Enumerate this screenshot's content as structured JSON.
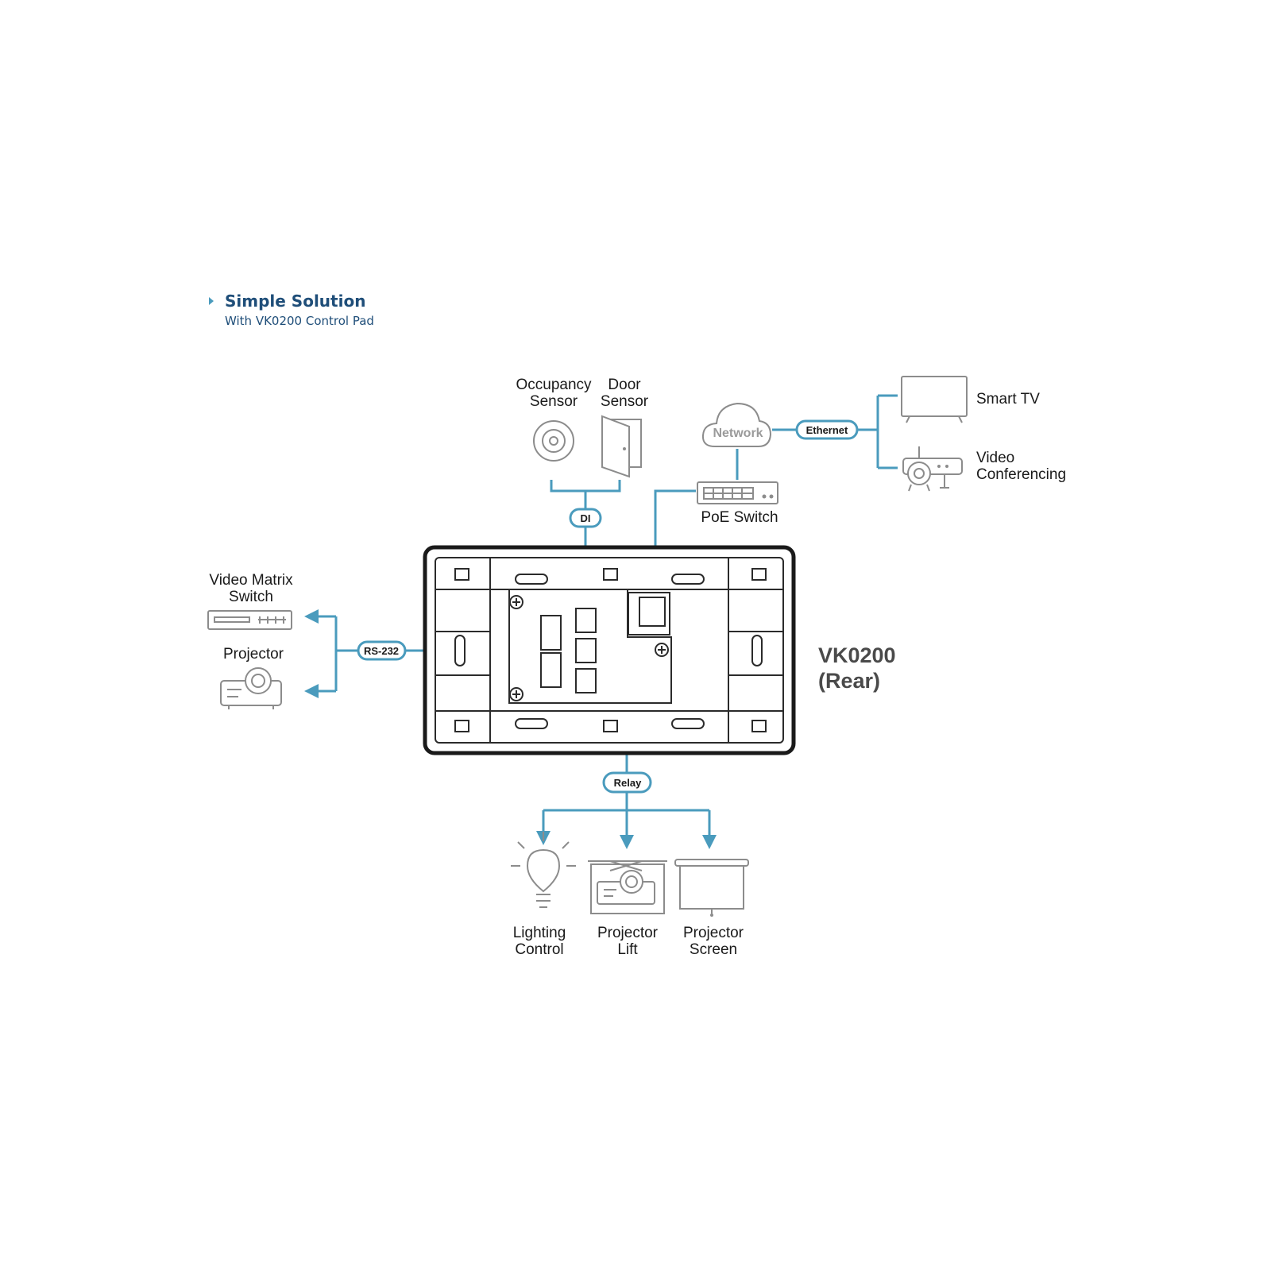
{
  "header": {
    "title": "Simple Solution",
    "subtitle": "With VK0200 Control Pad"
  },
  "device": {
    "name_line1": "VK0200",
    "name_line2": "(Rear)"
  },
  "connections": {
    "di": "DI",
    "rs232": "RS-232",
    "relay": "Relay",
    "ethernet": "Ethernet"
  },
  "network": {
    "cloud_label": "Network"
  },
  "devices": {
    "occupancy_sensor": [
      "Occupancy",
      "Sensor"
    ],
    "door_sensor": [
      "Door",
      "Sensor"
    ],
    "poe_switch": "PoE Switch",
    "smart_tv": "Smart TV",
    "video_conferencing": [
      "Video",
      "Conferencing"
    ],
    "video_matrix_switch": [
      "Video Matrix",
      "Switch"
    ],
    "projector": "Projector",
    "lighting_control": [
      "Lighting",
      "Control"
    ],
    "projector_lift": [
      "Projector",
      "Lift"
    ],
    "projector_screen": [
      "Projector",
      "Screen"
    ]
  },
  "colors": {
    "wire": "#4a9bbd",
    "title": "#1f4e79",
    "icon": "#8c8c8c",
    "panel": "#2b2b2b"
  }
}
